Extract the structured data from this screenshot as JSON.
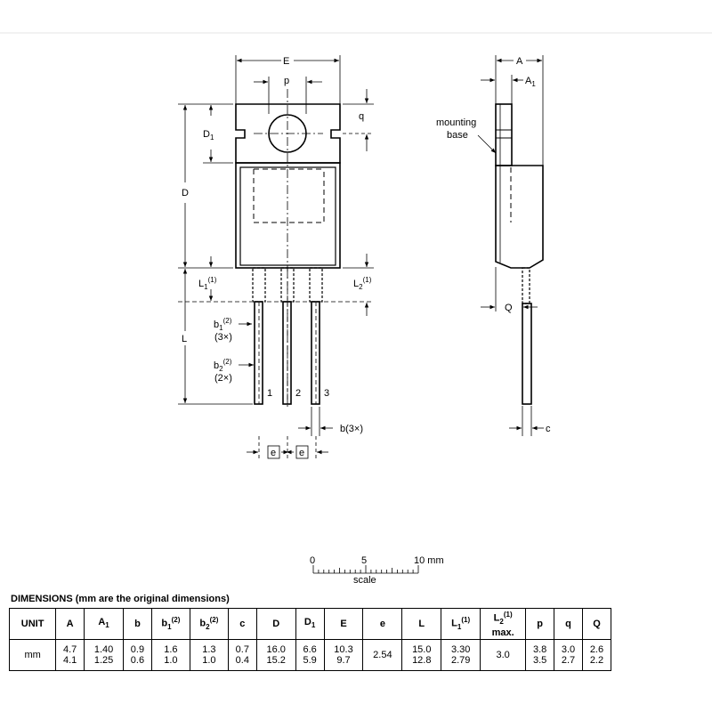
{
  "drawing": {
    "labels": {
      "E": "E",
      "p": "p",
      "q": "q",
      "D1": "D",
      "D1_sub": "1",
      "D": "D",
      "L1": "L",
      "L1_sub": "1",
      "L1_sup": "(1)",
      "L2": "L",
      "L2_sub": "2",
      "L2_sup": "(1)",
      "b1": "b",
      "b1_sub": "1",
      "b1_sup": "(2)",
      "b1_count": "(3×)",
      "b2": "b",
      "b2_sub": "2",
      "b2_sup": "(2)",
      "b2_count": "(2×)",
      "L": "L",
      "pin1": "1",
      "pin2": "2",
      "pin3": "3",
      "b3": "b(3×)",
      "e": "e",
      "A": "A",
      "A1": "A",
      "A1_sub": "1",
      "mounting": "mounting",
      "base": "base",
      "Q": "Q",
      "c": "c"
    },
    "scale": {
      "tick0": "0",
      "tick5": "5",
      "tick10": "10 mm",
      "label": "scale"
    }
  },
  "table": {
    "title": "DIMENSIONS",
    "title_suffix": "(mm are the original dimensions)",
    "headers": [
      {
        "main": "UNIT"
      },
      {
        "main": "A"
      },
      {
        "main": "A",
        "sub": "1"
      },
      {
        "main": "b"
      },
      {
        "main": "b",
        "sub": "1",
        "sup": "(2)"
      },
      {
        "main": "b",
        "sub": "2",
        "sup": "(2)"
      },
      {
        "main": "c"
      },
      {
        "main": "D"
      },
      {
        "main": "D",
        "sub": "1"
      },
      {
        "main": "E"
      },
      {
        "main": "e"
      },
      {
        "main": "L"
      },
      {
        "main": "L",
        "sub": "1",
        "sup": "(1)"
      },
      {
        "main": "L",
        "sub": "2",
        "sup": "(1)",
        "line2": "max."
      },
      {
        "main": "p"
      },
      {
        "main": "q"
      },
      {
        "main": "Q"
      }
    ],
    "row": {
      "unit": "mm",
      "cells": [
        [
          "4.7",
          "4.1"
        ],
        [
          "1.40",
          "1.25"
        ],
        [
          "0.9",
          "0.6"
        ],
        [
          "1.6",
          "1.0"
        ],
        [
          "1.3",
          "1.0"
        ],
        [
          "0.7",
          "0.4"
        ],
        [
          "16.0",
          "15.2"
        ],
        [
          "6.6",
          "5.9"
        ],
        [
          "10.3",
          "9.7"
        ],
        [
          "2.54"
        ],
        [
          "15.0",
          "12.8"
        ],
        [
          "3.30",
          "2.79"
        ],
        [
          "3.0"
        ],
        [
          "3.8",
          "3.5"
        ],
        [
          "3.0",
          "2.7"
        ],
        [
          "2.6",
          "2.2"
        ]
      ]
    }
  }
}
